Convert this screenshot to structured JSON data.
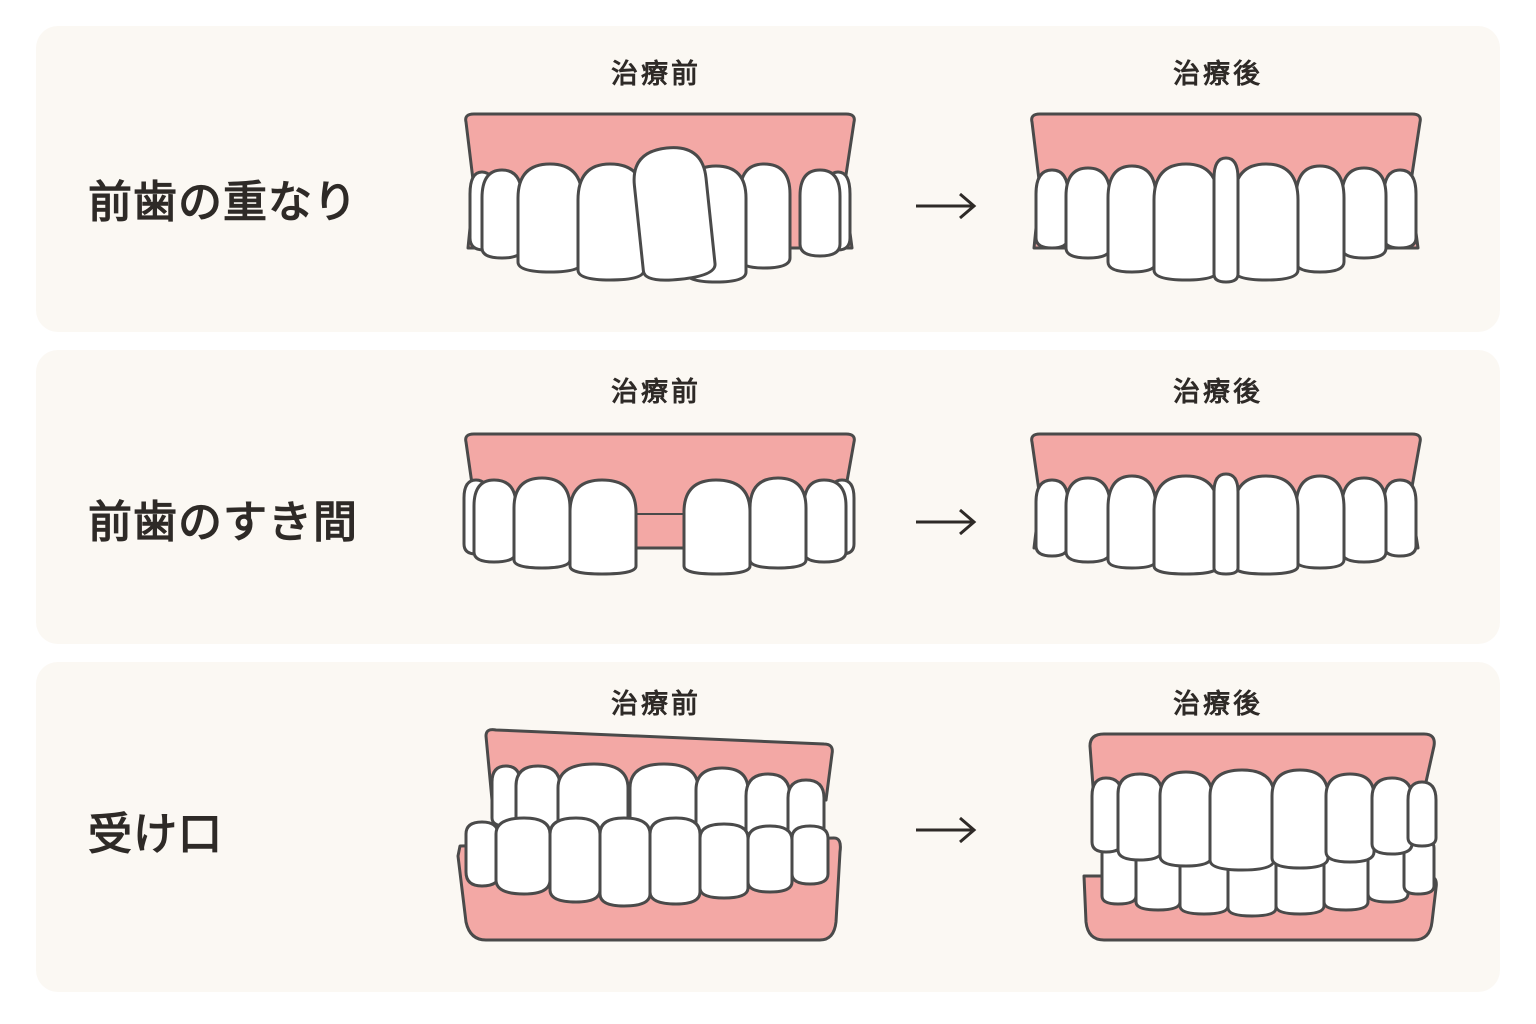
{
  "rows": [
    {
      "condition": "前歯の重なり",
      "before_label": "治療前",
      "after_label": "治療後"
    },
    {
      "condition": "前歯のすき間",
      "before_label": "治療前",
      "after_label": "治療後"
    },
    {
      "condition": "受け口",
      "before_label": "治療前",
      "after_label": "治療後"
    }
  ],
  "colors": {
    "card_background": "#fbf8f3",
    "gum": "#f3a8a5",
    "tooth": "#ffffff",
    "outline": "#4a4a4a",
    "text": "#2e2a27"
  }
}
